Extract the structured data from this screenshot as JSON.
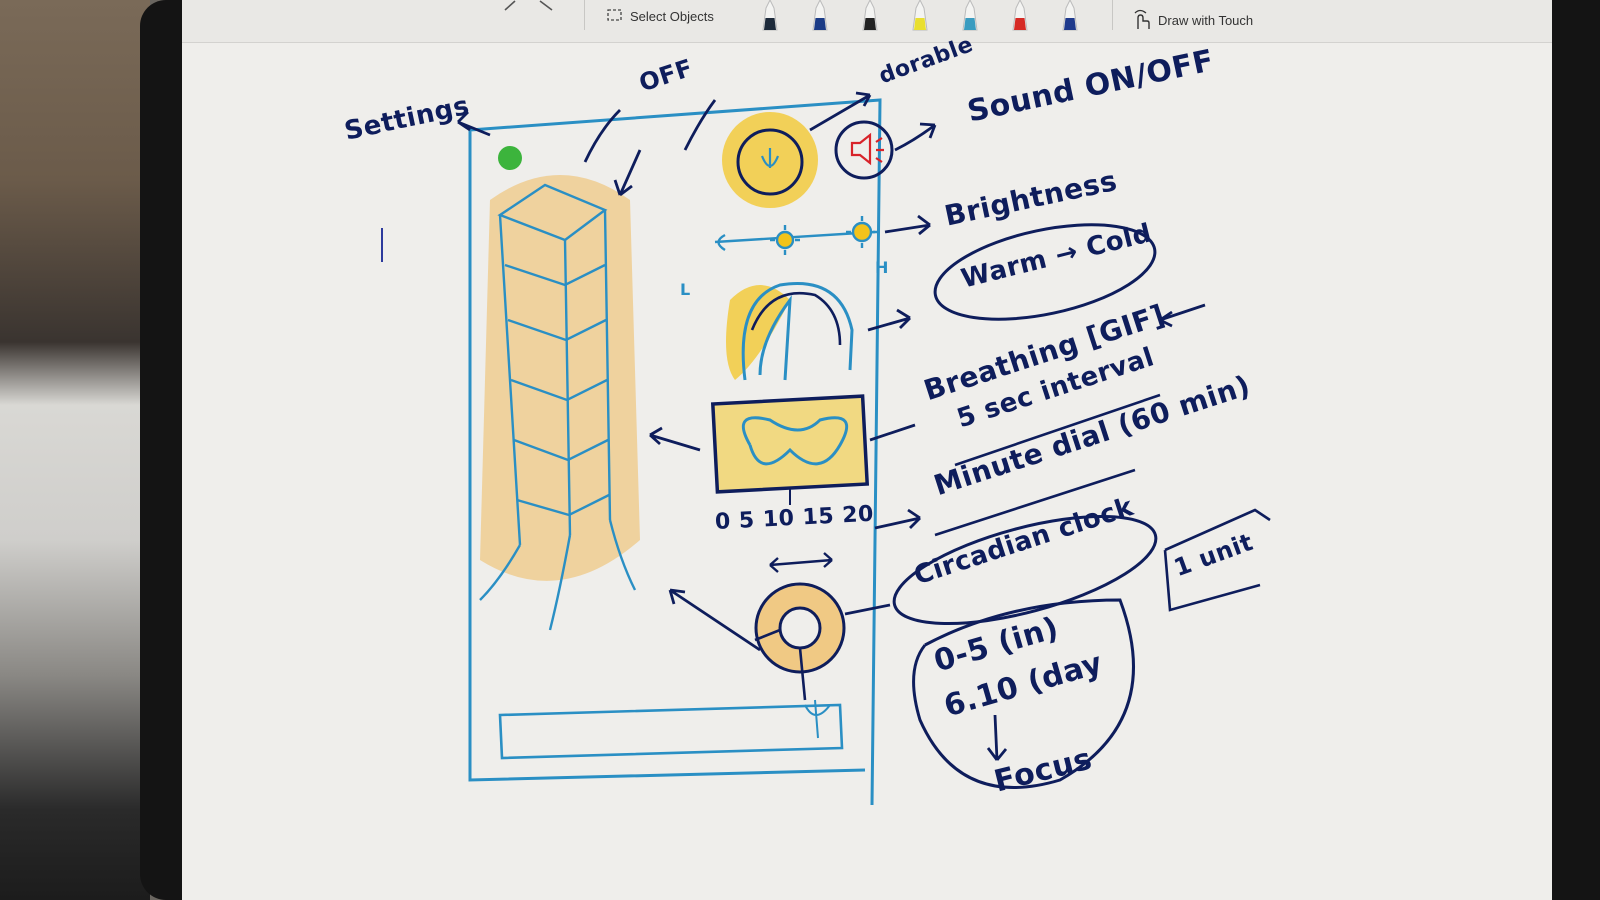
{
  "toolbar": {
    "select_objects_label": "Select Objects",
    "draw_with_touch_label": "Draw with Touch",
    "pens": [
      {
        "name": "pen-black",
        "color": "#1d2a3a"
      },
      {
        "name": "pen-dark-blue",
        "color": "#1b3b86"
      },
      {
        "name": "pen-black-2",
        "color": "#222222"
      },
      {
        "name": "highlighter-yellow",
        "color": "#e9df2f"
      },
      {
        "name": "pen-teal",
        "color": "#3a9cc0"
      },
      {
        "name": "pen-red",
        "color": "#d62a24"
      },
      {
        "name": "pen-navy",
        "color": "#1f3a8c"
      }
    ]
  },
  "sketch": {
    "labels": {
      "settings": "Settings",
      "off": "OFF",
      "dorable": "dorable",
      "sound": "Sound ON/OFF",
      "brightness": "Brightness",
      "warm_cold": "Warm → Cold",
      "breathing": "Breathing [GIF]",
      "interval": "5 sec interval",
      "minute_dial": "Minute dial (60 min)",
      "dial_ticks": "0 5  10 15 20",
      "circadian": "Circadian clock",
      "one_unit": "1 unit",
      "range_a": "0-5 (in)",
      "range_b": "6.10 (day",
      "focus": "Focus",
      "low": "L",
      "high": "H"
    }
  },
  "colors": {
    "ink_navy": "#0e1d5c",
    "ink_teal": "#2a8fc4",
    "highlight_yellow": "#f3c31a",
    "orange_glow": "#f0b040",
    "green_dot": "#3cb43c",
    "red_speaker": "#d8232a"
  }
}
